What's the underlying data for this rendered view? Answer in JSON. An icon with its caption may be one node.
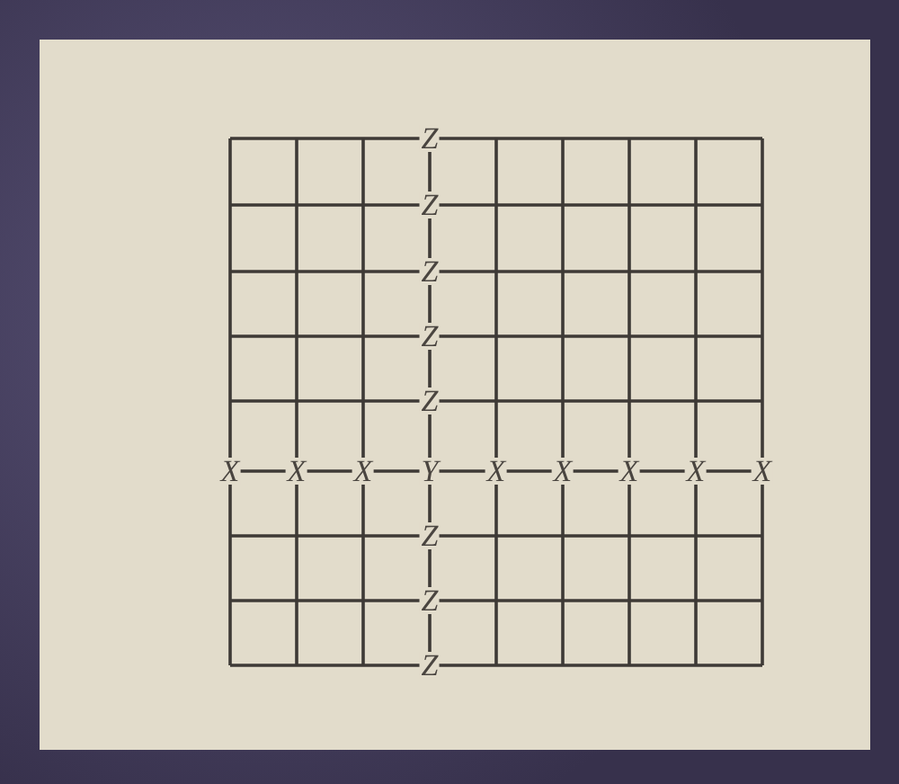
{
  "diagram": {
    "labels": [
      "Z",
      "Z",
      "Z",
      "Z",
      "Z",
      "X",
      "X",
      "X",
      "Y",
      "X",
      "X",
      "X",
      "X",
      "X",
      "Z",
      "Z",
      "Z"
    ]
  }
}
